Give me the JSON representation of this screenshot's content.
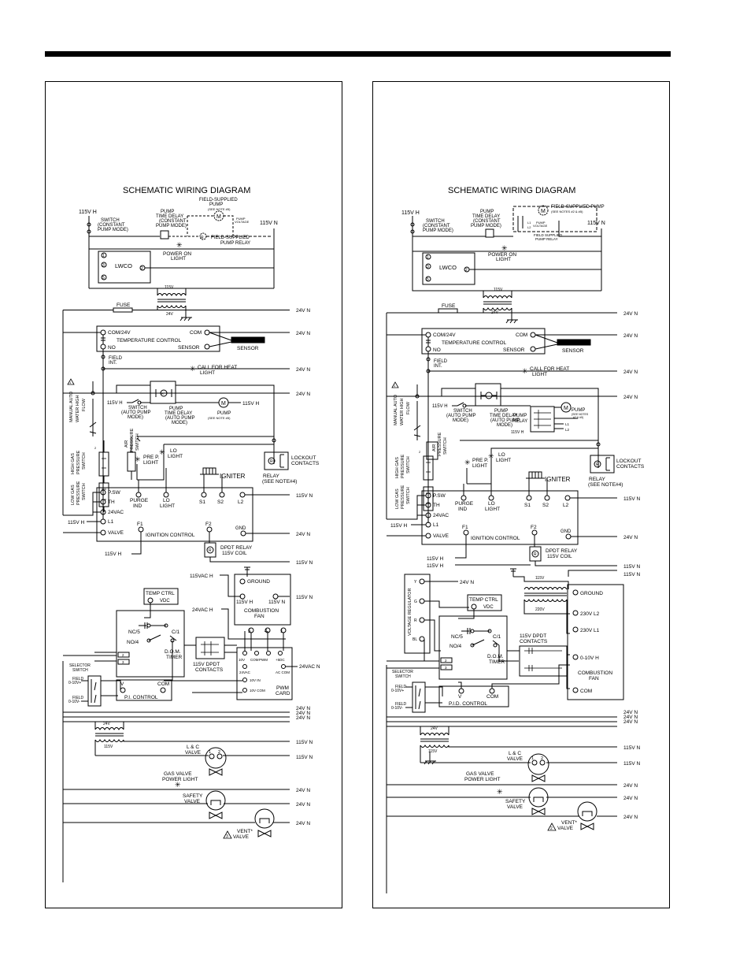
{
  "left": {
    "title": "SCHEMATIC WIRING DIAGRAM",
    "top": {
      "l115h": "115V H",
      "l115n": "115V N",
      "switch1": "SWITCH",
      "switch2": "(CONSTANT",
      "switch3": "PUMP MODE)",
      "ptd1": "PUMP",
      "ptd2": "TIME DELAY",
      "ptd3": "(CONSTANT",
      "ptd4": "PUMP MODE)",
      "fsp1": "FIELD-SUPPLIED",
      "fsp2": "PUMP",
      "fsp3": "(SEE NOTE #5)",
      "pumpv1": "PUMP",
      "pumpv2": "VOLTAGE",
      "fsr1": "FIELD-SUPPLIED",
      "fsr2": "PUMP RELAY",
      "pol1": "POWER ON",
      "pol2": "LIGHT",
      "lwco": "LWCO",
      "t1": "1",
      "t3": "3",
      "t5": "5",
      "t2": "2",
      "tr115": "115V",
      "tr24": "24V",
      "fuse": "FUSE",
      "m": "M",
      "r": "R"
    },
    "temp": {
      "com24": "COM/24V",
      "com": "COM",
      "label": "TEMPERATURE CONTROL",
      "no": "NO",
      "sensorTerm": "SENSOR",
      "sensor": "SENSOR",
      "field1": "FIELD",
      "field2": "INT.",
      "cfh1": "CALL FOR HEAT",
      "cfh2": "LIGHT"
    },
    "lines": {
      "n24": "24V N",
      "n115": "115V N",
      "h115": "115V H"
    },
    "pump": {
      "sw": "115V H",
      "sw1": "SWITCH",
      "sw2": "(AUTO PUMP",
      "sw3": "MODE)",
      "ptd1": "PUMP",
      "ptd2": "TIME DELAY",
      "ptd3": "(AUTO PUMP",
      "ptd4": "MODE)",
      "p1": "PUMP",
      "p2": "(SEE NOTE #5)",
      "h": "115V H",
      "m": "M",
      "r": "R"
    },
    "vert": {
      "manual": "MANUAL AUTO",
      "water": "WATER HIGH",
      "flow": "FLOW",
      "hg1": "HIGH GAS",
      "hg2": "PRESSURE",
      "hg3": "SWITCH",
      "lg1": "LOW GAS",
      "lg2": "PRESSURE",
      "lg3": "SWITCH",
      "air1": "AIR",
      "air2": "PRESSURE",
      "air3": "SWITCH",
      "a1": "1",
      "a2": "2"
    },
    "relay": {
      "prep1": "PRE P.",
      "prep2": "LIGHT",
      "lo1": "LO",
      "lo2": "LIGHT",
      "lock1": "LOCKOUT",
      "lock2": "CONTACTS",
      "r1": "RELAY",
      "r2": "(SEE NOTE#4)",
      "r": "R"
    },
    "ign": {
      "igniter": "IGNITER",
      "psw": "P.SW",
      "th": "TH",
      "v24": "24VAC",
      "l1": "L1",
      "valve": "VALVE",
      "purge1": "PURGE",
      "purge2": "IND",
      "lo1": "LO",
      "lo2": "LIGHT",
      "s1": "S1",
      "s2": "S2",
      "l2": "L2",
      "f1": "F1",
      "f2": "F2",
      "gnd": "GND",
      "label": "IGNITION CONTROL",
      "l1h": "115V H",
      "dpdt1": "DPDT RELAY",
      "dpdt2": "115V COIL",
      "r": "R"
    },
    "fan": {
      "vac115": "115VAC H",
      "ground": "GROUND",
      "h115": "115V H",
      "n115": "115V N",
      "label1": "COMBUSTION",
      "label2": "FAN",
      "vac24": "24VAC H",
      "t5": "5",
      "t4": "4",
      "t1": "1"
    },
    "tc": {
      "t1": "TEMP  CTRL",
      "t2": "VDC"
    },
    "dom": {
      "nc": "NC/5",
      "c1": "C/1",
      "no4": "NO/4",
      "lbl1": "D.O.M.",
      "lbl2": "TIMER",
      "p2": "2",
      "p3": "3"
    },
    "dpdt": {
      "l1": "115V DPDT",
      "l2": "CONTACTS"
    },
    "pwm": {
      "v10": "10V",
      "com": "COM",
      "pwm": "PWM",
      "p5dc": "+5DC",
      "ac24": "24VAC",
      "accom": "AC COM",
      "v24n": "24VAC N",
      "in": "10V IN",
      "com10": "10V COM",
      "card1": "PWM",
      "card2": "CARD"
    },
    "sel": {
      "lbl1": "SELECTOR",
      "lbl2": "SWITCH",
      "f1": "FIELD",
      "f1b": "0-10V+",
      "f2": "FIELD",
      "f2b": "0-10V-"
    },
    "pi": {
      "v": "V",
      "com": "COM",
      "label": "P.I.  CONTROL"
    },
    "bot": {
      "t24": "24V",
      "t115": "115V",
      "lc1": "L & C",
      "lc2": "VALVE",
      "p1": "1",
      "p2": "2",
      "gv1": "GAS VALVE",
      "gv2": "POWER LIGHT",
      "sv1": "SAFETY",
      "sv2": "VALVE",
      "vent1": "VENT*",
      "vent2": "VALVE",
      "tri": "3",
      "tri2": "2"
    }
  },
  "right": {
    "title": "SCHEMATIC WIRING DIAGRAM",
    "top": {
      "l115h": "115V H",
      "l115n": "115V N",
      "switch1": "SWITCH",
      "switch2": "(CONSTANT",
      "switch3": "PUMP MODE)",
      "ptd1": "PUMP",
      "ptd2": "TIME DELAY",
      "ptd3": "(CONSTANT",
      "ptd4": "PUMP MODE)",
      "fsp1": "FIELD-SUPPLIED PUMP",
      "fsp2": "(SEE NOTES #2 & #5)",
      "pumpv1": "PUMP",
      "pumpv2": "VOLTAGE",
      "l1": "L1",
      "l2": "L2",
      "fsr1": "FIELD SUPPLIED",
      "fsr2": "PUMP RELAY",
      "pol1": "POWER ON",
      "pol2": "LIGHT",
      "lwco": "LWCO",
      "t1": "1",
      "t3": "3",
      "t5": "5",
      "t2": "2",
      "tr115": "115V",
      "tr24": "24V",
      "fuse": "FUSE",
      "m": "M"
    },
    "temp": {
      "com24": "COM/24V",
      "com": "COM",
      "label": "TEMPERATURE CONTROL",
      "no": "NO",
      "sensorTerm": "SENSOR",
      "sensor": "SENSOR",
      "field1": "FIELD",
      "field2": "INT.",
      "cfh1": "CALL FOR HEAT",
      "cfh2": "LIGHT"
    },
    "lines": {
      "n24": "24V N",
      "n115": "115V N",
      "h115": "115V H"
    },
    "pump": {
      "sw": "115V H",
      "sw1": "SWITCH",
      "sw2": "(AUTO PUMP",
      "sw3": "MODE)",
      "ptd1": "PUMP",
      "ptd2": "TIME DELAY",
      "ptd3": "(AUTO PUMP",
      "ptd4": "MODE)",
      "pr1": "PUMP",
      "pr2": "RELAY",
      "p1": "PUMP",
      "p2": "(SEE NOTES",
      "p3": "#2 & #5)",
      "h": "115V H",
      "l1": "L1",
      "l2": "L2",
      "m": "M"
    },
    "vert": {
      "manual": "MANUAL AUTO",
      "water": "WATER HIGH",
      "flow": "FLOW",
      "hg1": "HIGH GAS",
      "hg2": "PRESSURE",
      "hg3": "SWITCH",
      "lg1": "LOW GAS",
      "lg2": "PRESSURE",
      "lg3": "SWITCH",
      "air1": "AIR",
      "air2": "PRESSURE",
      "air3": "SWITCH",
      "a1": "1",
      "a2": "2"
    },
    "relay": {
      "prep1": "PRE P.",
      "prep2": "LIGHT",
      "lo1": "LO",
      "lo2": "LIGHT",
      "lock1": "LOCKOUT",
      "lock2": "CONTACTS",
      "r1": "RELAY",
      "r2": "(SEE NOTE#4)",
      "r": "R"
    },
    "ign": {
      "igniter": "IGNITER",
      "psw": "P.SW",
      "th": "TH",
      "v24": "24VAC",
      "l1": "L1",
      "valve": "VALVE",
      "purge1": "PURGE",
      "purge2": "IND",
      "lo1": "LO",
      "lo2": "LIGHT",
      "s1": "S1",
      "s2": "S2",
      "l2": "L2",
      "f1": "F1",
      "f2": "F2",
      "gnd": "GND",
      "label": "IGNITION CONTROL",
      "l1h": "115V H",
      "dpdt1": "DPDT RELAY",
      "dpdt2": "115V COIL",
      "r": "R"
    },
    "vr": {
      "label": "VOLTAGE REGULATOR",
      "y": "Y",
      "g": "G",
      "r": "R",
      "bl": "BL",
      "n24": "24V N"
    },
    "xf": {
      "t115": "115V",
      "t220": "220V"
    },
    "tc": {
      "t1": "TEMP  CTRL",
      "t2": "VDC"
    },
    "dom": {
      "nc": "NC/5",
      "c1": "C/1",
      "no4": "NO/4",
      "lbl1": "D.O.M.",
      "lbl2": "TIMER",
      "p2": "2",
      "p3": "3"
    },
    "dpdt": {
      "l1": "115V DPDT",
      "l2": "CONTACTS"
    },
    "fan": {
      "ground": "GROUND",
      "l2": "230V  L2",
      "l1": "230V  L1",
      "h10": "0-10V  H",
      "label1": "COMBUSTION",
      "label2": "FAN",
      "com": "COM"
    },
    "sel": {
      "lbl1": "SELECTOR",
      "lbl2": "SWITCH",
      "f1": "FIELD",
      "f1b": "0-10V+",
      "f2": "FIELD",
      "f2b": "0-10V-"
    },
    "pid": {
      "v": "V",
      "com": "COM",
      "label": "P.I.D.  CONTROL"
    },
    "bot": {
      "t24": "24V",
      "t115": "115V",
      "lc1": "L & C",
      "lc2": "VALVE",
      "p1": "1",
      "p2": "2",
      "gv1": "GAS VALVE",
      "gv2": "POWER LIGHT",
      "sv1": "SAFETY",
      "sv2": "VALVE",
      "vent1": "VENT*",
      "vent2": "VALVE",
      "tri": "3",
      "tri2": "2"
    }
  }
}
